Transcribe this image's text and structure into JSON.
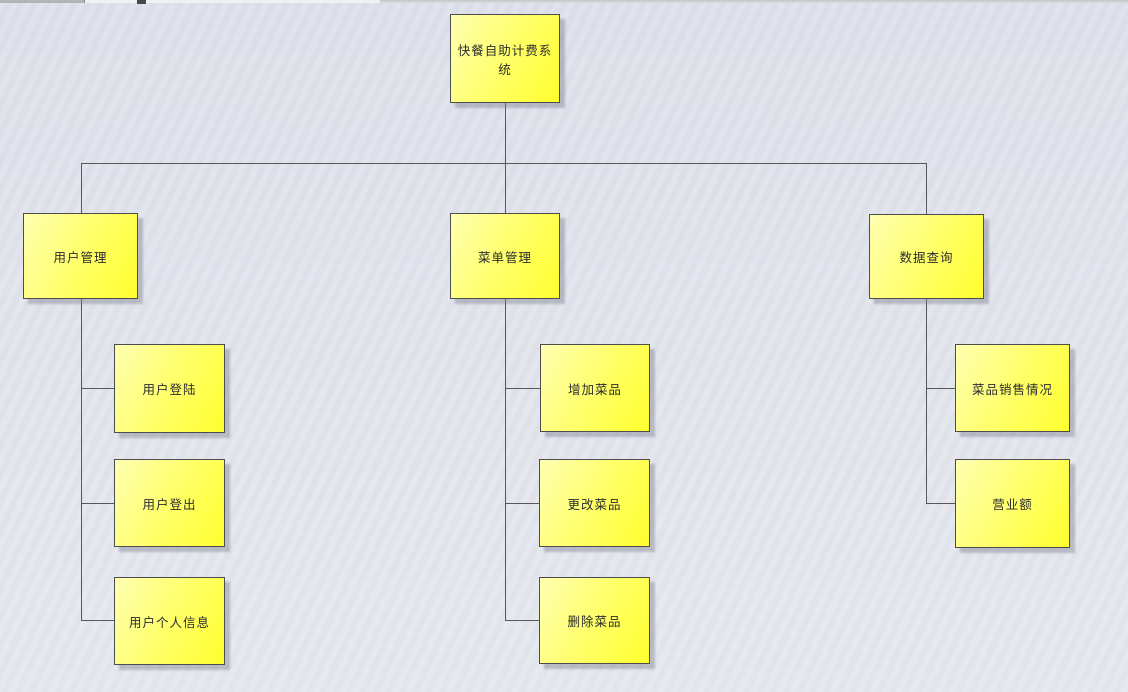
{
  "colors": {
    "background": "#dee0ea",
    "node_fill_light": "#ffffb2",
    "node_fill_dark": "#ffff2e",
    "node_border": "#4c4d4d",
    "connector": "#57585c",
    "node_text": "#2d2d2d"
  },
  "diagram": {
    "type": "hierarchy-tree",
    "nodes": {
      "root": "快餐自助计费系统",
      "user_mgmt": "用户管理",
      "menu_mgmt": "菜单管理",
      "data_query": "数据查询",
      "user_login": "用户登陆",
      "user_logout": "用户登出",
      "user_profile": "用户个人信息",
      "add_dish": "增加菜品",
      "edit_dish": "更改菜品",
      "delete_dish": "删除菜品",
      "dish_sales": "菜品销售情况",
      "revenue": "营业额"
    },
    "edges": [
      {
        "from": "root",
        "to": "user_mgmt"
      },
      {
        "from": "root",
        "to": "menu_mgmt"
      },
      {
        "from": "root",
        "to": "data_query"
      },
      {
        "from": "user_mgmt",
        "to": "user_login"
      },
      {
        "from": "user_mgmt",
        "to": "user_logout"
      },
      {
        "from": "user_mgmt",
        "to": "user_profile"
      },
      {
        "from": "menu_mgmt",
        "to": "add_dish"
      },
      {
        "from": "menu_mgmt",
        "to": "edit_dish"
      },
      {
        "from": "menu_mgmt",
        "to": "delete_dish"
      },
      {
        "from": "data_query",
        "to": "dish_sales"
      },
      {
        "from": "data_query",
        "to": "revenue"
      }
    ]
  }
}
